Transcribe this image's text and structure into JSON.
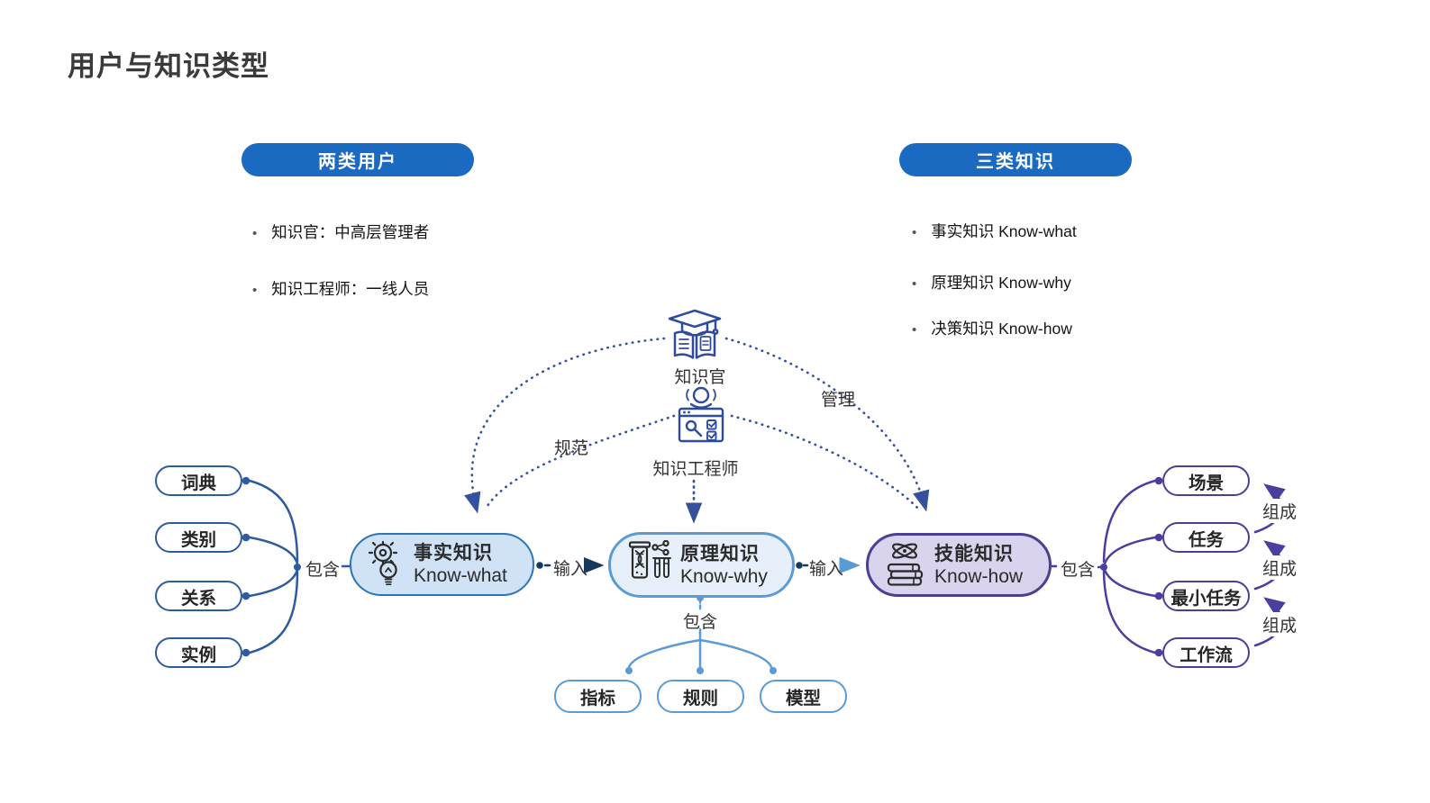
{
  "title": "用户与知识类型",
  "left_panel": {
    "header": "两类用户",
    "bullets": [
      "知识官：中高层管理者",
      "知识工程师：一线人员"
    ]
  },
  "right_panel": {
    "header": "三类知识",
    "bullets": [
      "事实知识 Know-what",
      "原理知识 Know-why",
      "决策知识 Know-how"
    ]
  },
  "actors": {
    "officer": {
      "label": "知识官",
      "icon": "graduation-cap-book-icon"
    },
    "engineer": {
      "label": "知识工程师",
      "icon": "engineer-screen-icon"
    }
  },
  "edge_labels": {
    "standardize": "规范",
    "manage": "管理",
    "input": "输入",
    "contain": "包含",
    "compose": "组成"
  },
  "nodes": {
    "know_what": {
      "title_zh": "事实知识",
      "title_en": "Know-what",
      "icon": "gear-lightbulb-icon",
      "fill": "#cfe2f6",
      "border": "#2e75b6"
    },
    "know_why": {
      "title_zh": "原理知识",
      "title_en": "Know-why",
      "icon": "dna-vessel-icon",
      "fill": "#e7f0fa",
      "border": "#5b9bd5"
    },
    "know_how": {
      "title_zh": "技能知识",
      "title_en": "Know-how",
      "icon": "atom-books-icon",
      "fill": "#dad3ed",
      "border": "#4a3f92"
    }
  },
  "left_cluster": {
    "items": [
      "词典",
      "类别",
      "关系",
      "实例"
    ]
  },
  "right_cluster": {
    "items": [
      "场景",
      "任务",
      "最小任务",
      "工作流"
    ]
  },
  "bottom_cluster": {
    "items": [
      "指标",
      "规则",
      "模型"
    ]
  },
  "colors": {
    "header_pill": "#1a6ac2",
    "arc_navy": "#35509f",
    "fan_navy": "#2d5aa0",
    "sky": "#5b9bd5",
    "purple": "#4a3f9f",
    "title_text": "#3a3a3a"
  }
}
